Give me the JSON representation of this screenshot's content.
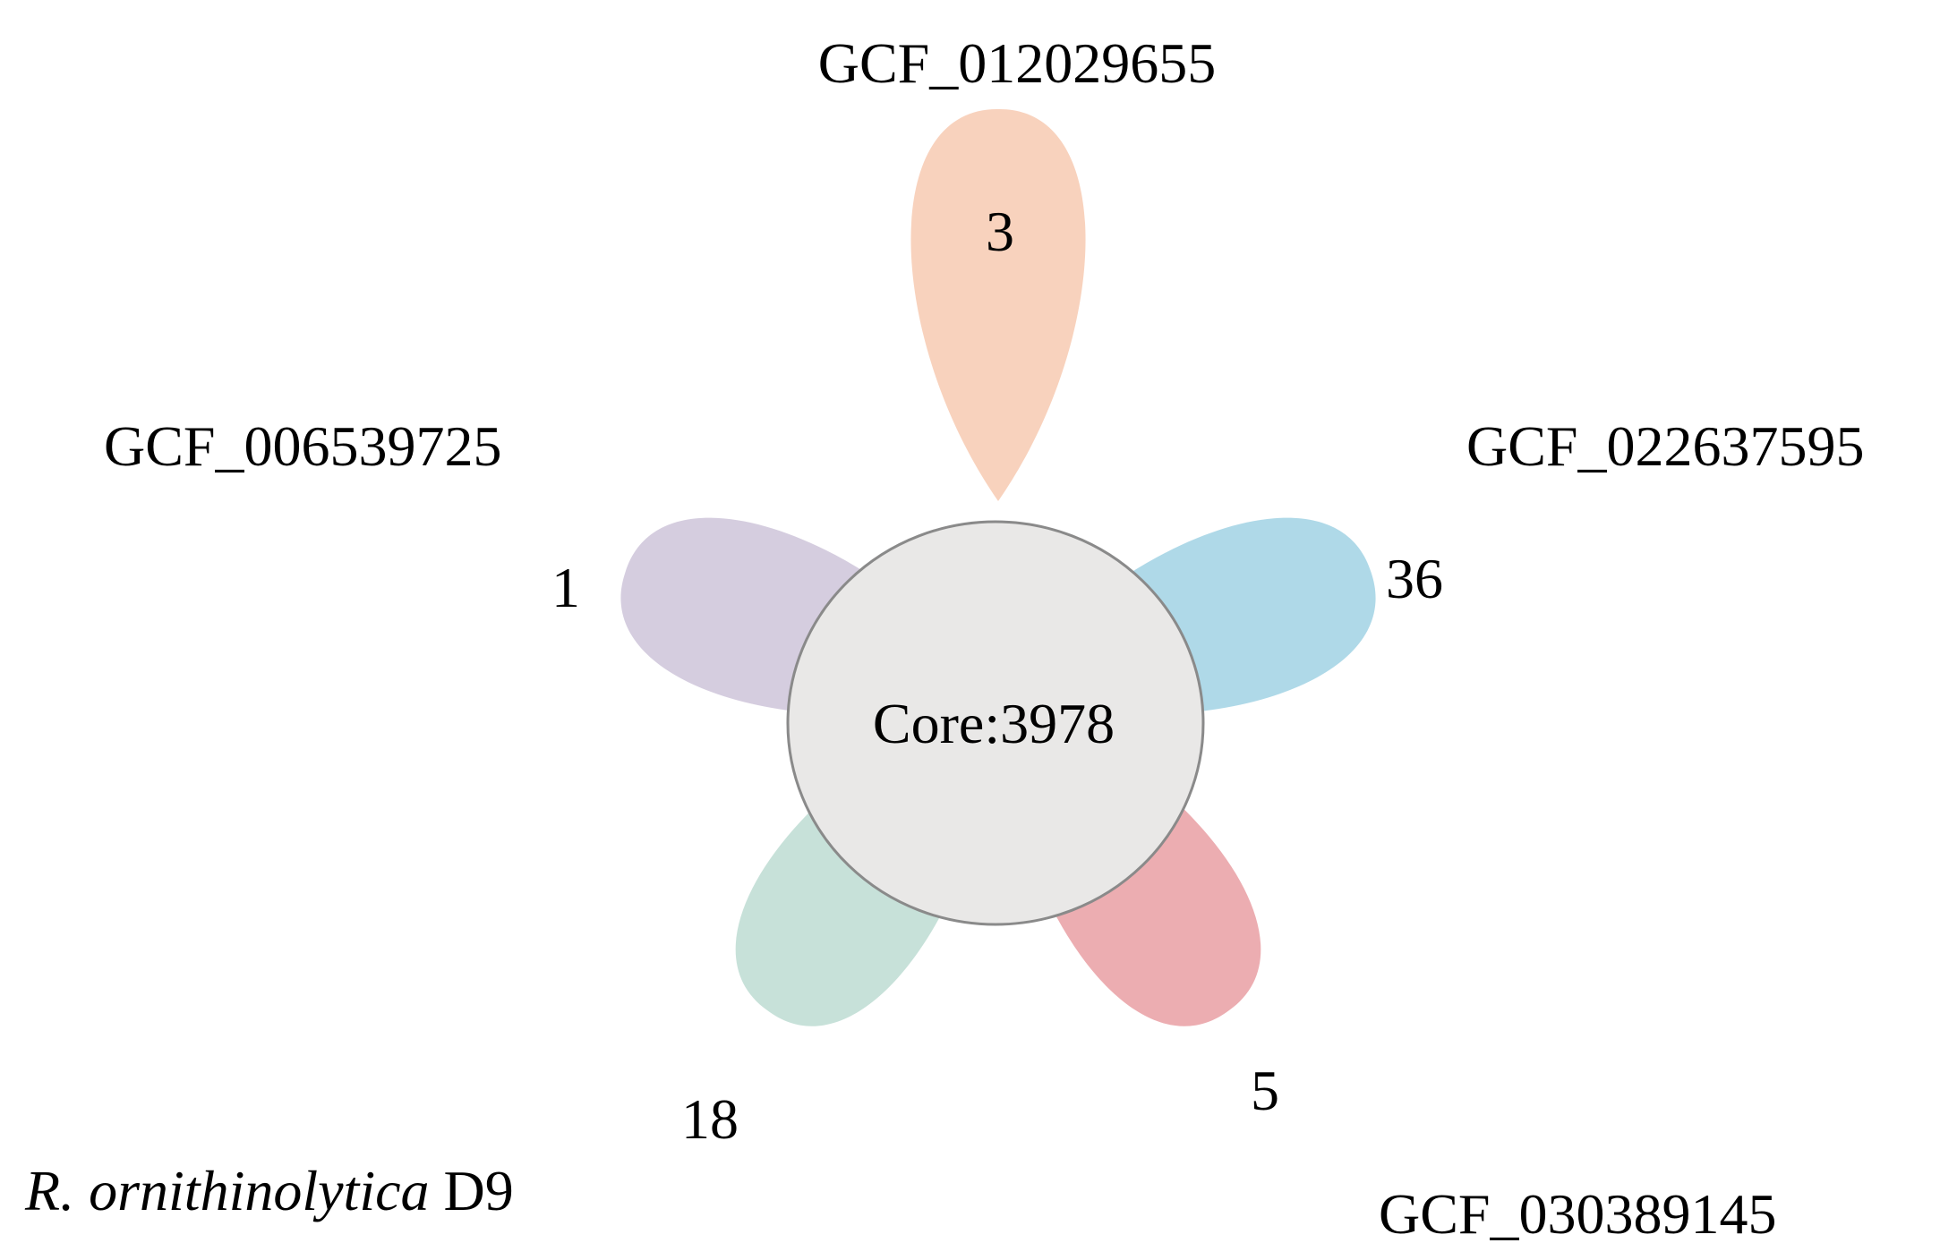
{
  "diagram": {
    "type": "flower-venn",
    "core": {
      "text": "Core:3978",
      "value": 3978,
      "fill": "#e9e8e7",
      "stroke": "#8a8a8a"
    },
    "petals": [
      {
        "key": "top",
        "label": "GCF_012029655",
        "count": "3",
        "fill": "#f5c0a4"
      },
      {
        "key": "left",
        "label": "GCF_006539725",
        "count": "1",
        "fill": "#c5bad3"
      },
      {
        "key": "right",
        "label": "GCF_022637595",
        "count": "36",
        "fill": "#90cadf"
      },
      {
        "key": "bottom-right",
        "label": "GCF_030389145",
        "count": "5",
        "fill": "#e48d93"
      },
      {
        "key": "bottom-left",
        "label_italic": "R. ornithinolytica",
        "label_suffix": " D9",
        "count": "18",
        "fill": "#b1d5cb"
      }
    ]
  }
}
